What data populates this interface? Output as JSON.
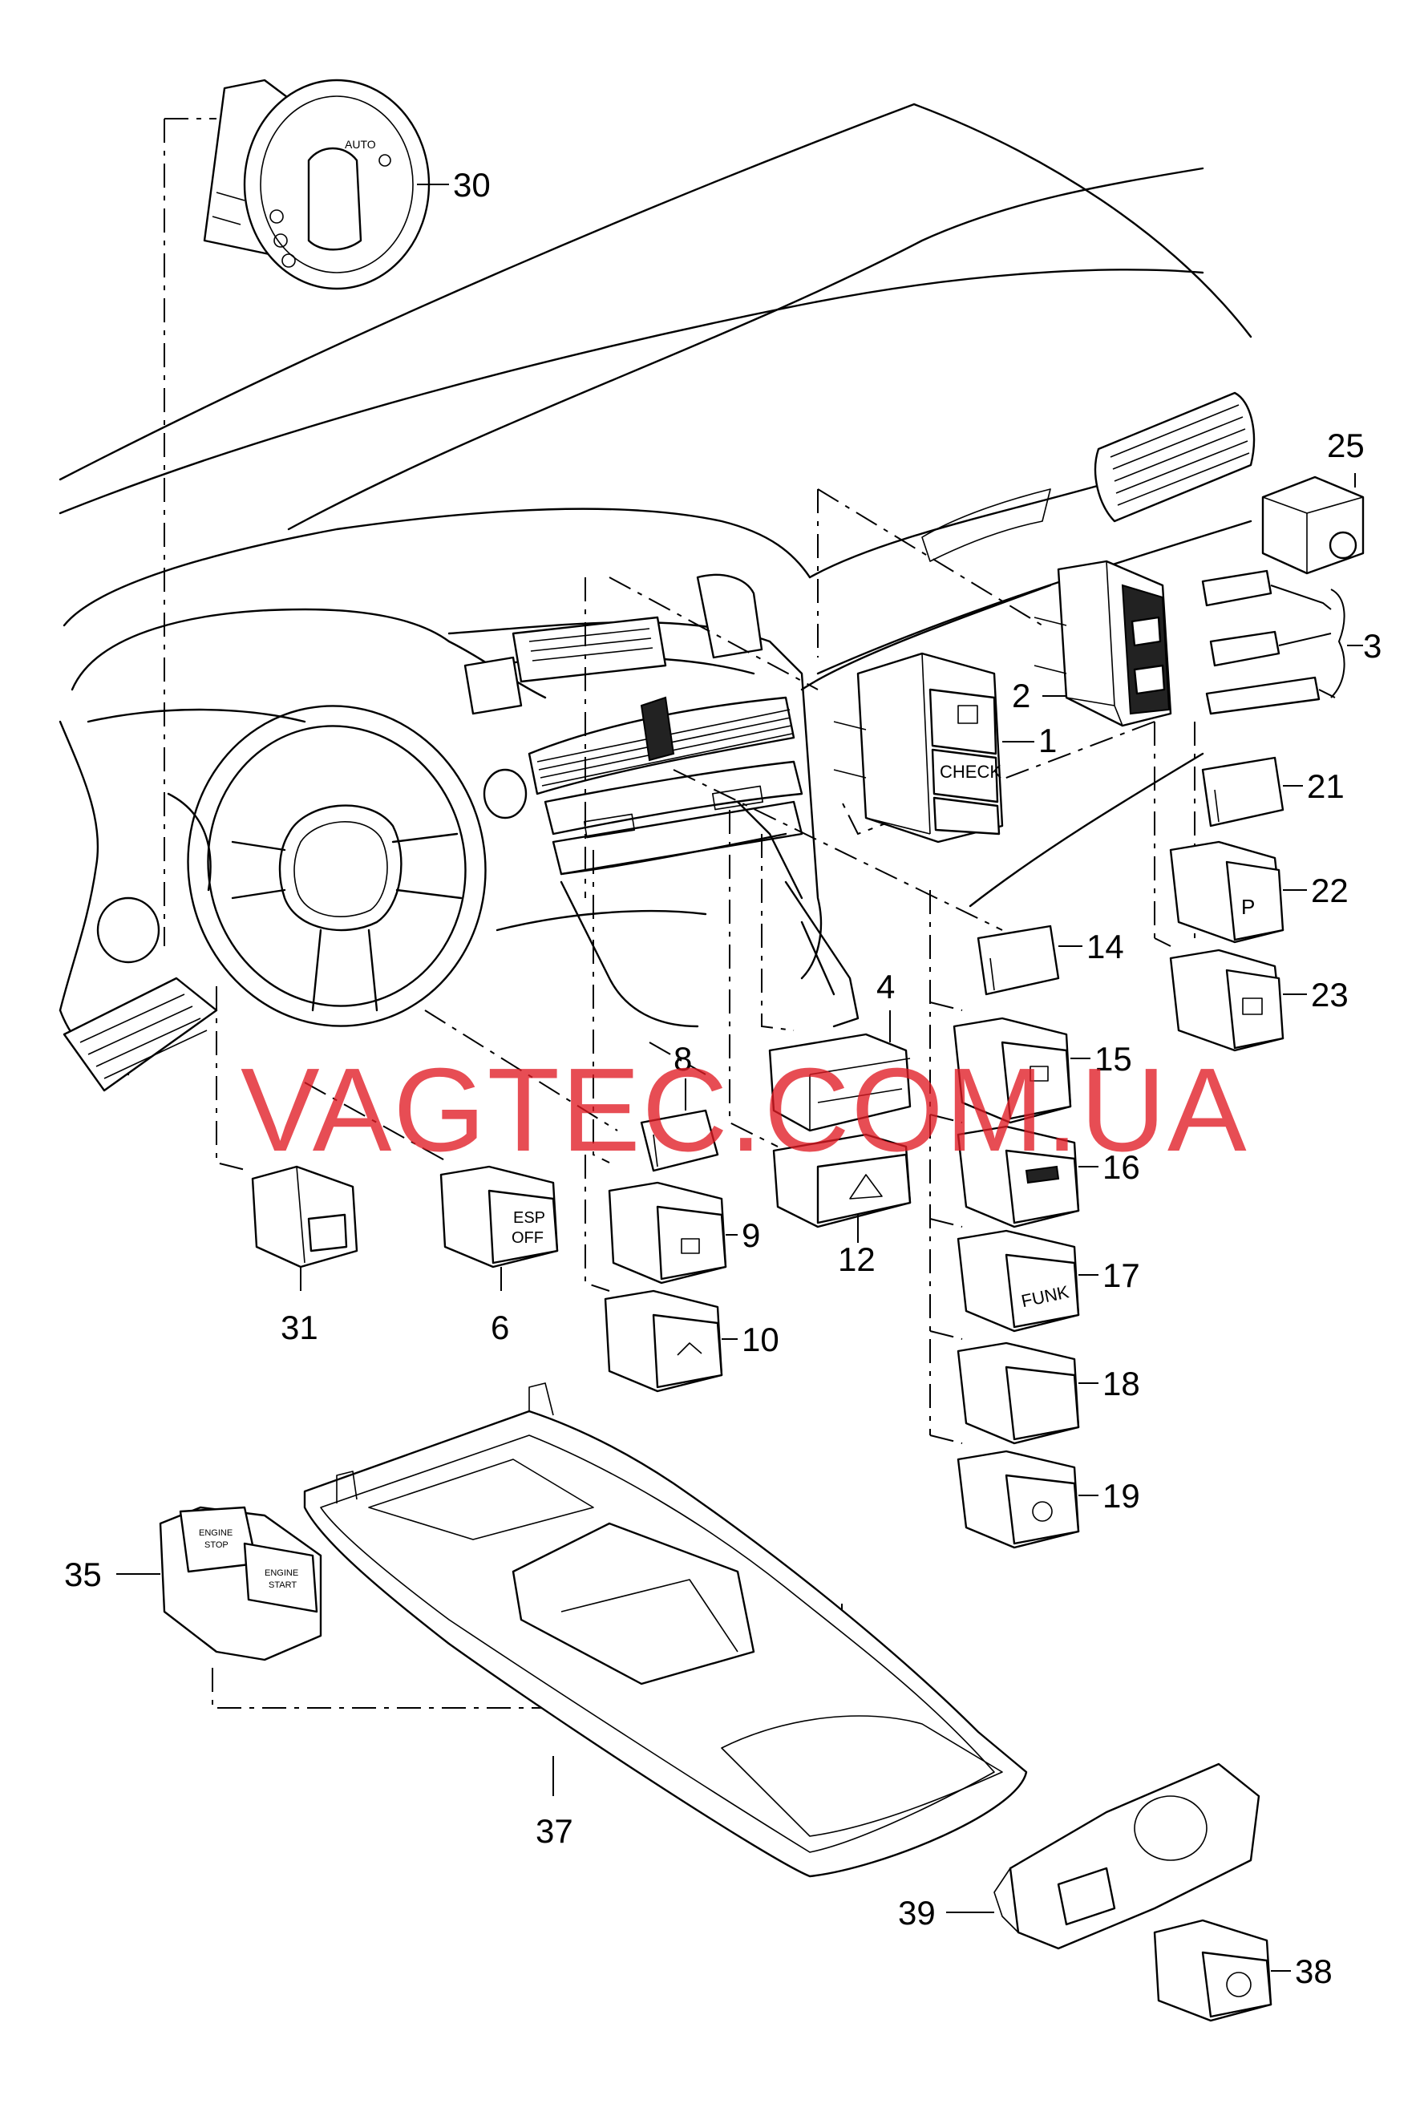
{
  "watermark": "VAGTEC.COM.UA",
  "callouts": [
    {
      "id": "30",
      "label": "30"
    },
    {
      "id": "25",
      "label": "25"
    },
    {
      "id": "3",
      "label": "3"
    },
    {
      "id": "2",
      "label": "2"
    },
    {
      "id": "1",
      "label": "1"
    },
    {
      "id": "21",
      "label": "21"
    },
    {
      "id": "22",
      "label": "22"
    },
    {
      "id": "23",
      "label": "23"
    },
    {
      "id": "14",
      "label": "14"
    },
    {
      "id": "4",
      "label": "4"
    },
    {
      "id": "8",
      "label": "8"
    },
    {
      "id": "15",
      "label": "15"
    },
    {
      "id": "16",
      "label": "16"
    },
    {
      "id": "17",
      "label": "17"
    },
    {
      "id": "18",
      "label": "18"
    },
    {
      "id": "19",
      "label": "19"
    },
    {
      "id": "12",
      "label": "12"
    },
    {
      "id": "9",
      "label": "9"
    },
    {
      "id": "10",
      "label": "10"
    },
    {
      "id": "31",
      "label": "31"
    },
    {
      "id": "6",
      "label": "6"
    },
    {
      "id": "35",
      "label": "35"
    },
    {
      "id": "37",
      "label": "37"
    },
    {
      "id": "39",
      "label": "39"
    },
    {
      "id": "38",
      "label": "38"
    }
  ],
  "button_texts": {
    "check": "CHECK",
    "esp": "ESP",
    "off": "OFF",
    "funk": "FUNK",
    "auto": "AUTO",
    "engine": "ENGINE",
    "stop": "STOP",
    "engine_start": "ENGINE",
    "start": "START"
  }
}
